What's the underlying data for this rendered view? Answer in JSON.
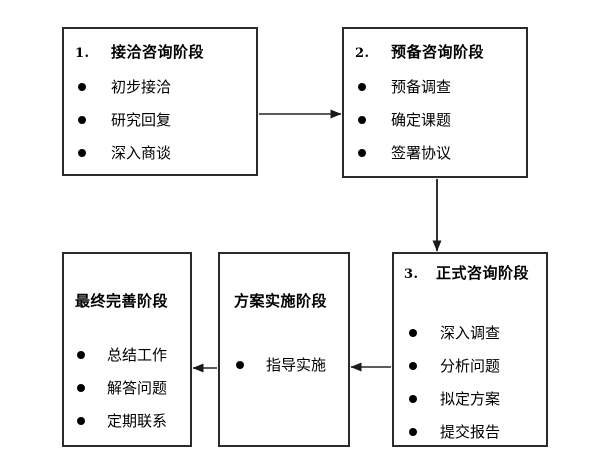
{
  "diagram": {
    "type": "flowchart",
    "orientation": "boustrophedon",
    "background_color": "#ffffff",
    "stroke_color": "#2b2b2b",
    "text_color": "#000000",
    "nodes": [
      {
        "id": "node-1",
        "number": "1.",
        "title": "接洽咨询阶段",
        "bullets": [
          "初步接洽",
          "研究回复",
          "深入商谈"
        ]
      },
      {
        "id": "node-2",
        "number": "2.",
        "title": "预备咨询阶段",
        "bullets": [
          "预备调查",
          "确定课题",
          "签署协议"
        ]
      },
      {
        "id": "node-3",
        "number": "3.",
        "title": "正式咨询阶段",
        "bullets": [
          "深入调查",
          "分析问题",
          "拟定方案",
          "提交报告"
        ]
      },
      {
        "id": "node-4",
        "number": "",
        "title": "方案实施阶段",
        "bullets": [
          "指导实施"
        ]
      },
      {
        "id": "node-5",
        "number": "",
        "title": "最终完善阶段",
        "bullets": [
          "总结工作",
          "解答问题",
          "定期联系"
        ]
      }
    ],
    "edges": [
      {
        "id": "edge-1-2",
        "from": "node-1",
        "to": "node-2",
        "direction": "right",
        "label": ""
      },
      {
        "id": "edge-2-3",
        "from": "node-2",
        "to": "node-3",
        "direction": "down",
        "label": ""
      },
      {
        "id": "edge-3-4",
        "from": "node-3",
        "to": "node-4",
        "direction": "left",
        "label": ""
      },
      {
        "id": "edge-4-5",
        "from": "node-4",
        "to": "node-5",
        "direction": "left",
        "label": ""
      }
    ]
  }
}
